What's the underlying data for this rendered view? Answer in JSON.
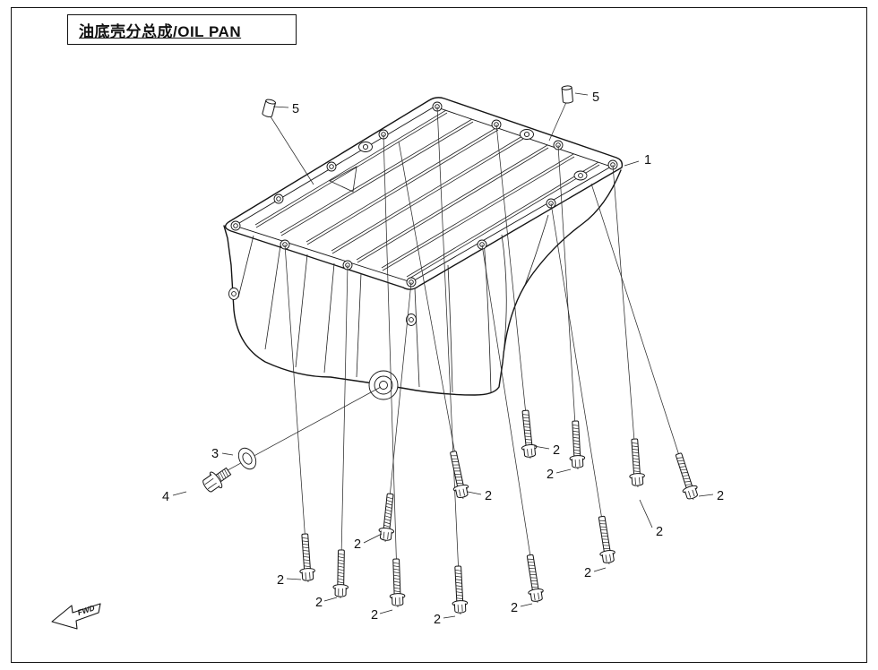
{
  "page": {
    "title": "油底壳分总成/OIL PAN",
    "fwd": "FWD"
  },
  "callouts": {
    "c1": "1",
    "c2": "2",
    "c3": "3",
    "c4": "4",
    "c5": "5"
  }
}
